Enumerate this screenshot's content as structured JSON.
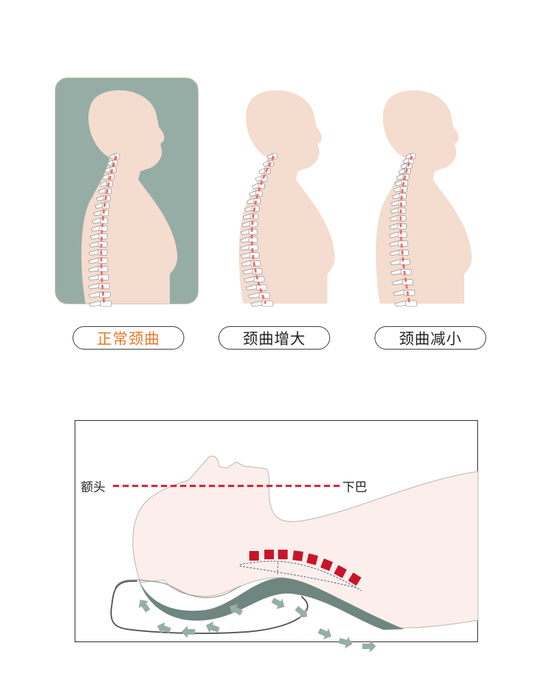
{
  "top": {
    "figures": [
      {
        "label": "正常颈曲",
        "active": true
      },
      {
        "label": "颈曲增大",
        "active": false
      },
      {
        "label": "颈曲减小",
        "active": false
      }
    ]
  },
  "bottom": {
    "forehead_label": "额头",
    "chin_label": "下巴"
  },
  "colors": {
    "card_bg": "#96ada6",
    "skin": "#f4dccf",
    "spine_line": "#ef6a6a",
    "active_label": "#e8782a",
    "pillow": "#6f8680",
    "arrow": "#97ada5",
    "vertebra_marker": "#c8152a"
  }
}
